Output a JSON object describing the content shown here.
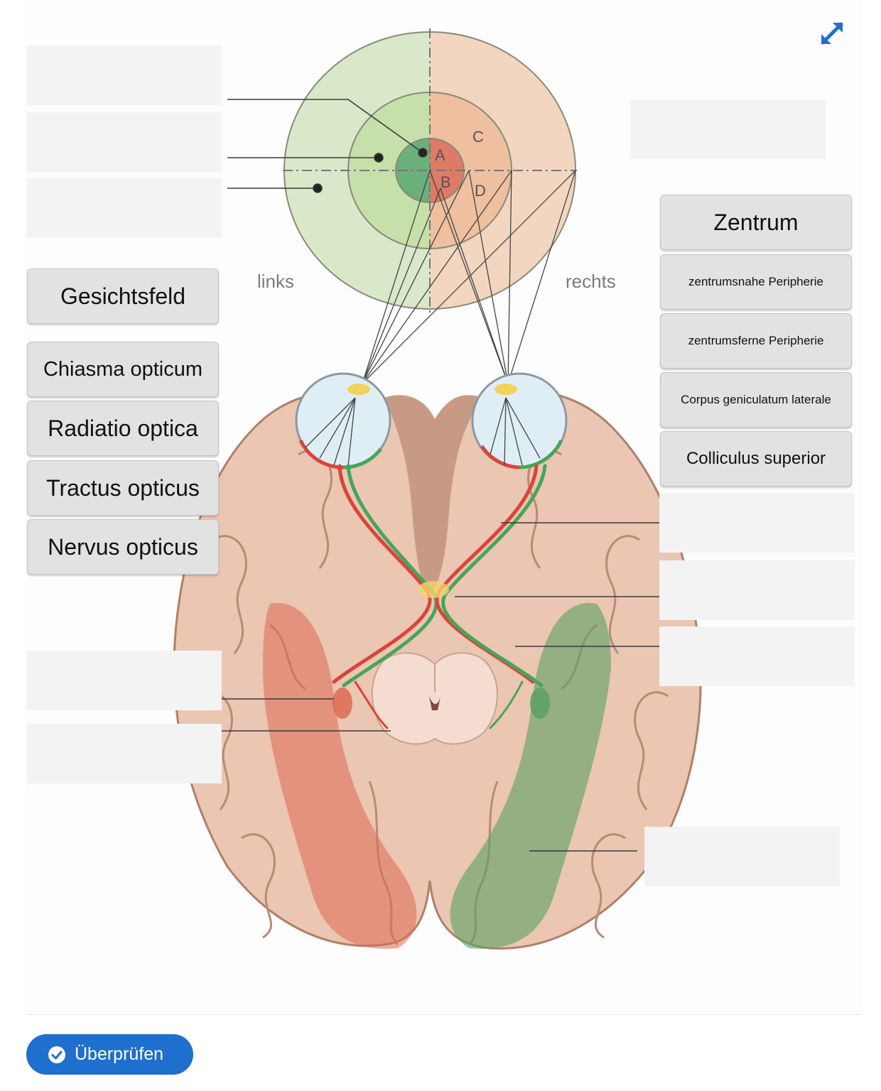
{
  "figure": {
    "side_left": "links",
    "side_right": "rechts",
    "letters": [
      "A",
      "B",
      "C",
      "D"
    ]
  },
  "chips": {
    "left": [
      {
        "label": "Gesichtsfeld"
      },
      {
        "label": "Chiasma opticum"
      },
      {
        "label": "Radiatio optica"
      },
      {
        "label": "Tractus opticus"
      },
      {
        "label": "Nervus opticus"
      }
    ],
    "right": [
      {
        "label": "Zentrum"
      },
      {
        "label": "zentrumsnahe Peripherie"
      },
      {
        "label": "zentrumsferne Peripherie"
      },
      {
        "label": "Corpus geniculatum laterale"
      },
      {
        "label": "Colliculus superior"
      }
    ]
  },
  "toolbar": {
    "expand_icon": "expand-arrows-icon",
    "check_label": "Überprüfen",
    "check_icon": "check-circle-icon"
  },
  "colors": {
    "accent": "#1f6fce",
    "chip_bg": "#e2e2e2",
    "dropzone_bg": "#f3f3f3",
    "left_pathway": "#d9453a",
    "right_pathway": "#45a55a"
  }
}
